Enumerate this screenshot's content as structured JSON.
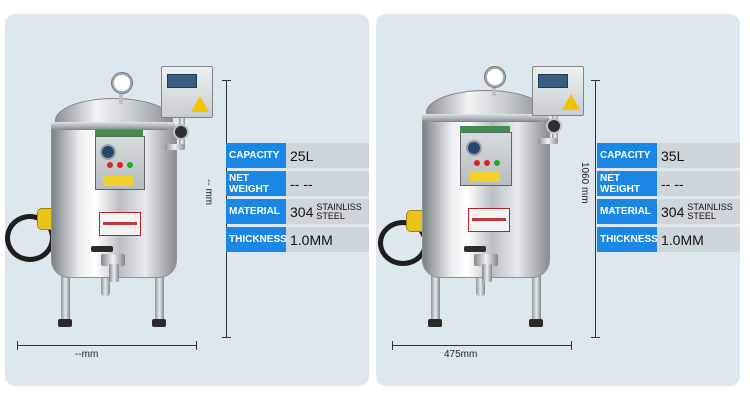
{
  "panels": [
    {
      "specs": {
        "capacity_label": "CAPACITY",
        "capacity_value": "25L",
        "weight_label": "NET WEIGHT",
        "weight_value": "-- --",
        "material_label": "MATERIAL",
        "material_value_main": "304",
        "material_value_line1": "STAINLISS",
        "material_value_line2": "STEEL",
        "thickness_label": "THICKNESS",
        "thickness_value": "1.0MM"
      },
      "height_dim": "-- mm",
      "width_dim": "--mm"
    },
    {
      "specs": {
        "capacity_label": "CAPACITY",
        "capacity_value": "35L",
        "weight_label": "NET WEIGHT",
        "weight_value": "-- --",
        "material_label": "MATERIAL",
        "material_value_main": "304",
        "material_value_line1": "STAINLISS",
        "material_value_line2": "STEEL",
        "thickness_label": "THICKNESS",
        "thickness_value": "1.0MM"
      },
      "height_dim": "1060 mm",
      "width_dim": "475mm"
    }
  ],
  "colors": {
    "panel_bg": "#dde8ee",
    "label_bg": "#1a86e6",
    "value_bg": "#cfd6db"
  },
  "icons": [
    "pressure-gauge-icon",
    "warning-triangle-icon"
  ]
}
